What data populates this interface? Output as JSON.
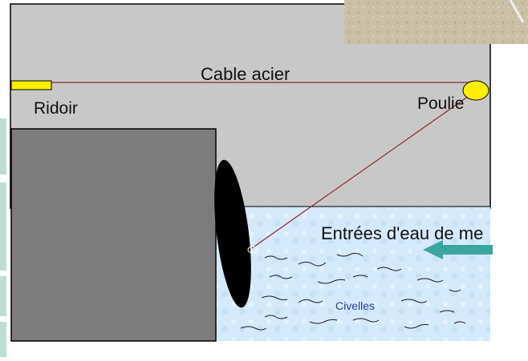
{
  "labels": {
    "cable": "Cable acier",
    "ridoir": "Ridoir",
    "poulie": "Poulie",
    "entrees": "Entrées d'eau de me",
    "civelles": "Civelles"
  },
  "colors": {
    "wall": "#c8c8c8",
    "block": "#7c7c7c",
    "water": "#d4e9fa",
    "cable": "#8b2a2a",
    "ridoir": "#ffee00",
    "poulie": "#ffee00",
    "arrow": "#3ba6a0",
    "flap": "#000000"
  }
}
